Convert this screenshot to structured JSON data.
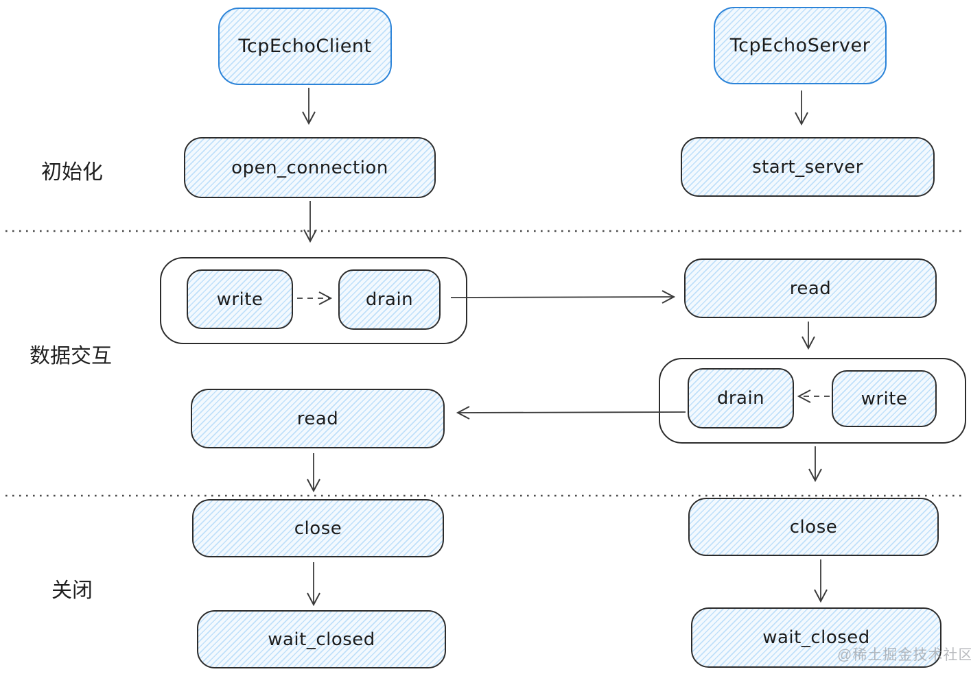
{
  "diagram": {
    "nodes": {
      "client_title": "TcpEchoClient",
      "server_title": "TcpEchoServer",
      "open_connection": "open_connection",
      "start_server": "start_server",
      "client_write": "write",
      "client_drain": "drain",
      "server_read": "read",
      "server_drain": "drain",
      "server_write": "write",
      "client_read": "read",
      "client_close": "close",
      "server_close": "close",
      "client_wait_closed": "wait_closed",
      "server_wait_closed": "wait_closed"
    },
    "phases": {
      "init": "初始化",
      "data": "数据交互",
      "close": "关闭"
    },
    "watermark": "@稀土掘金技术社区",
    "colors": {
      "accent_border_blue": "#2b83d8",
      "node_border_ink": "#2b2b2b",
      "node_fill_tint": "#f3f9fe",
      "hatch_line_blue": "#94cbf6",
      "arrow_ink": "#3a3a3a",
      "divider_gray": "#4a4a4a",
      "label_ink": "#1f1f1f",
      "watermark_gray": "#8d9197"
    }
  }
}
